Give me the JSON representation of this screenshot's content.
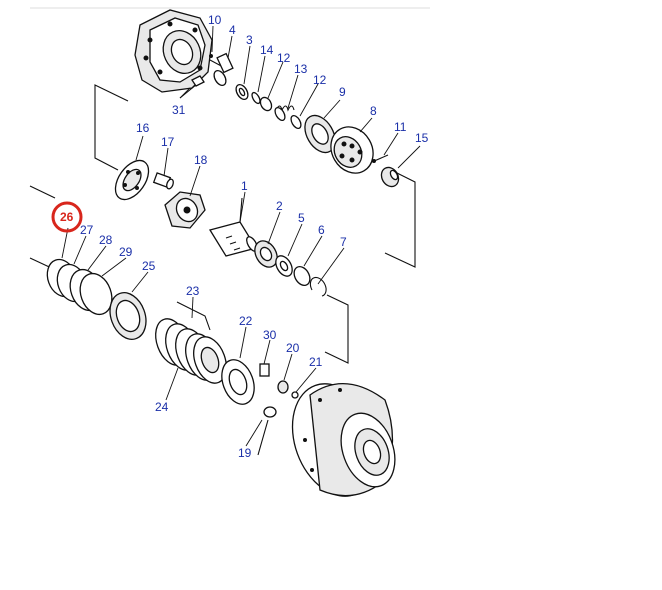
{
  "diagram": {
    "highlight_color": "#d8261c",
    "label_color": "#1a2fa8",
    "highlighted_part": "26",
    "labels": {
      "p10": "10",
      "p4": "4",
      "p3": "3",
      "p14": "14",
      "p12a": "12",
      "p13": "13",
      "p12b": "12",
      "p9": "9",
      "p8": "8",
      "p11": "11",
      "p15": "15",
      "p31": "31",
      "p16": "16",
      "p17": "17",
      "p18": "18",
      "p1": "1",
      "p2": "2",
      "p5": "5",
      "p6": "6",
      "p7": "7",
      "p26": "26",
      "p27": "27",
      "p28": "28",
      "p29": "29",
      "p25": "25",
      "p23": "23",
      "p22": "22",
      "p30": "30",
      "p20": "20",
      "p21": "21",
      "p24": "24",
      "p19": "19"
    }
  }
}
